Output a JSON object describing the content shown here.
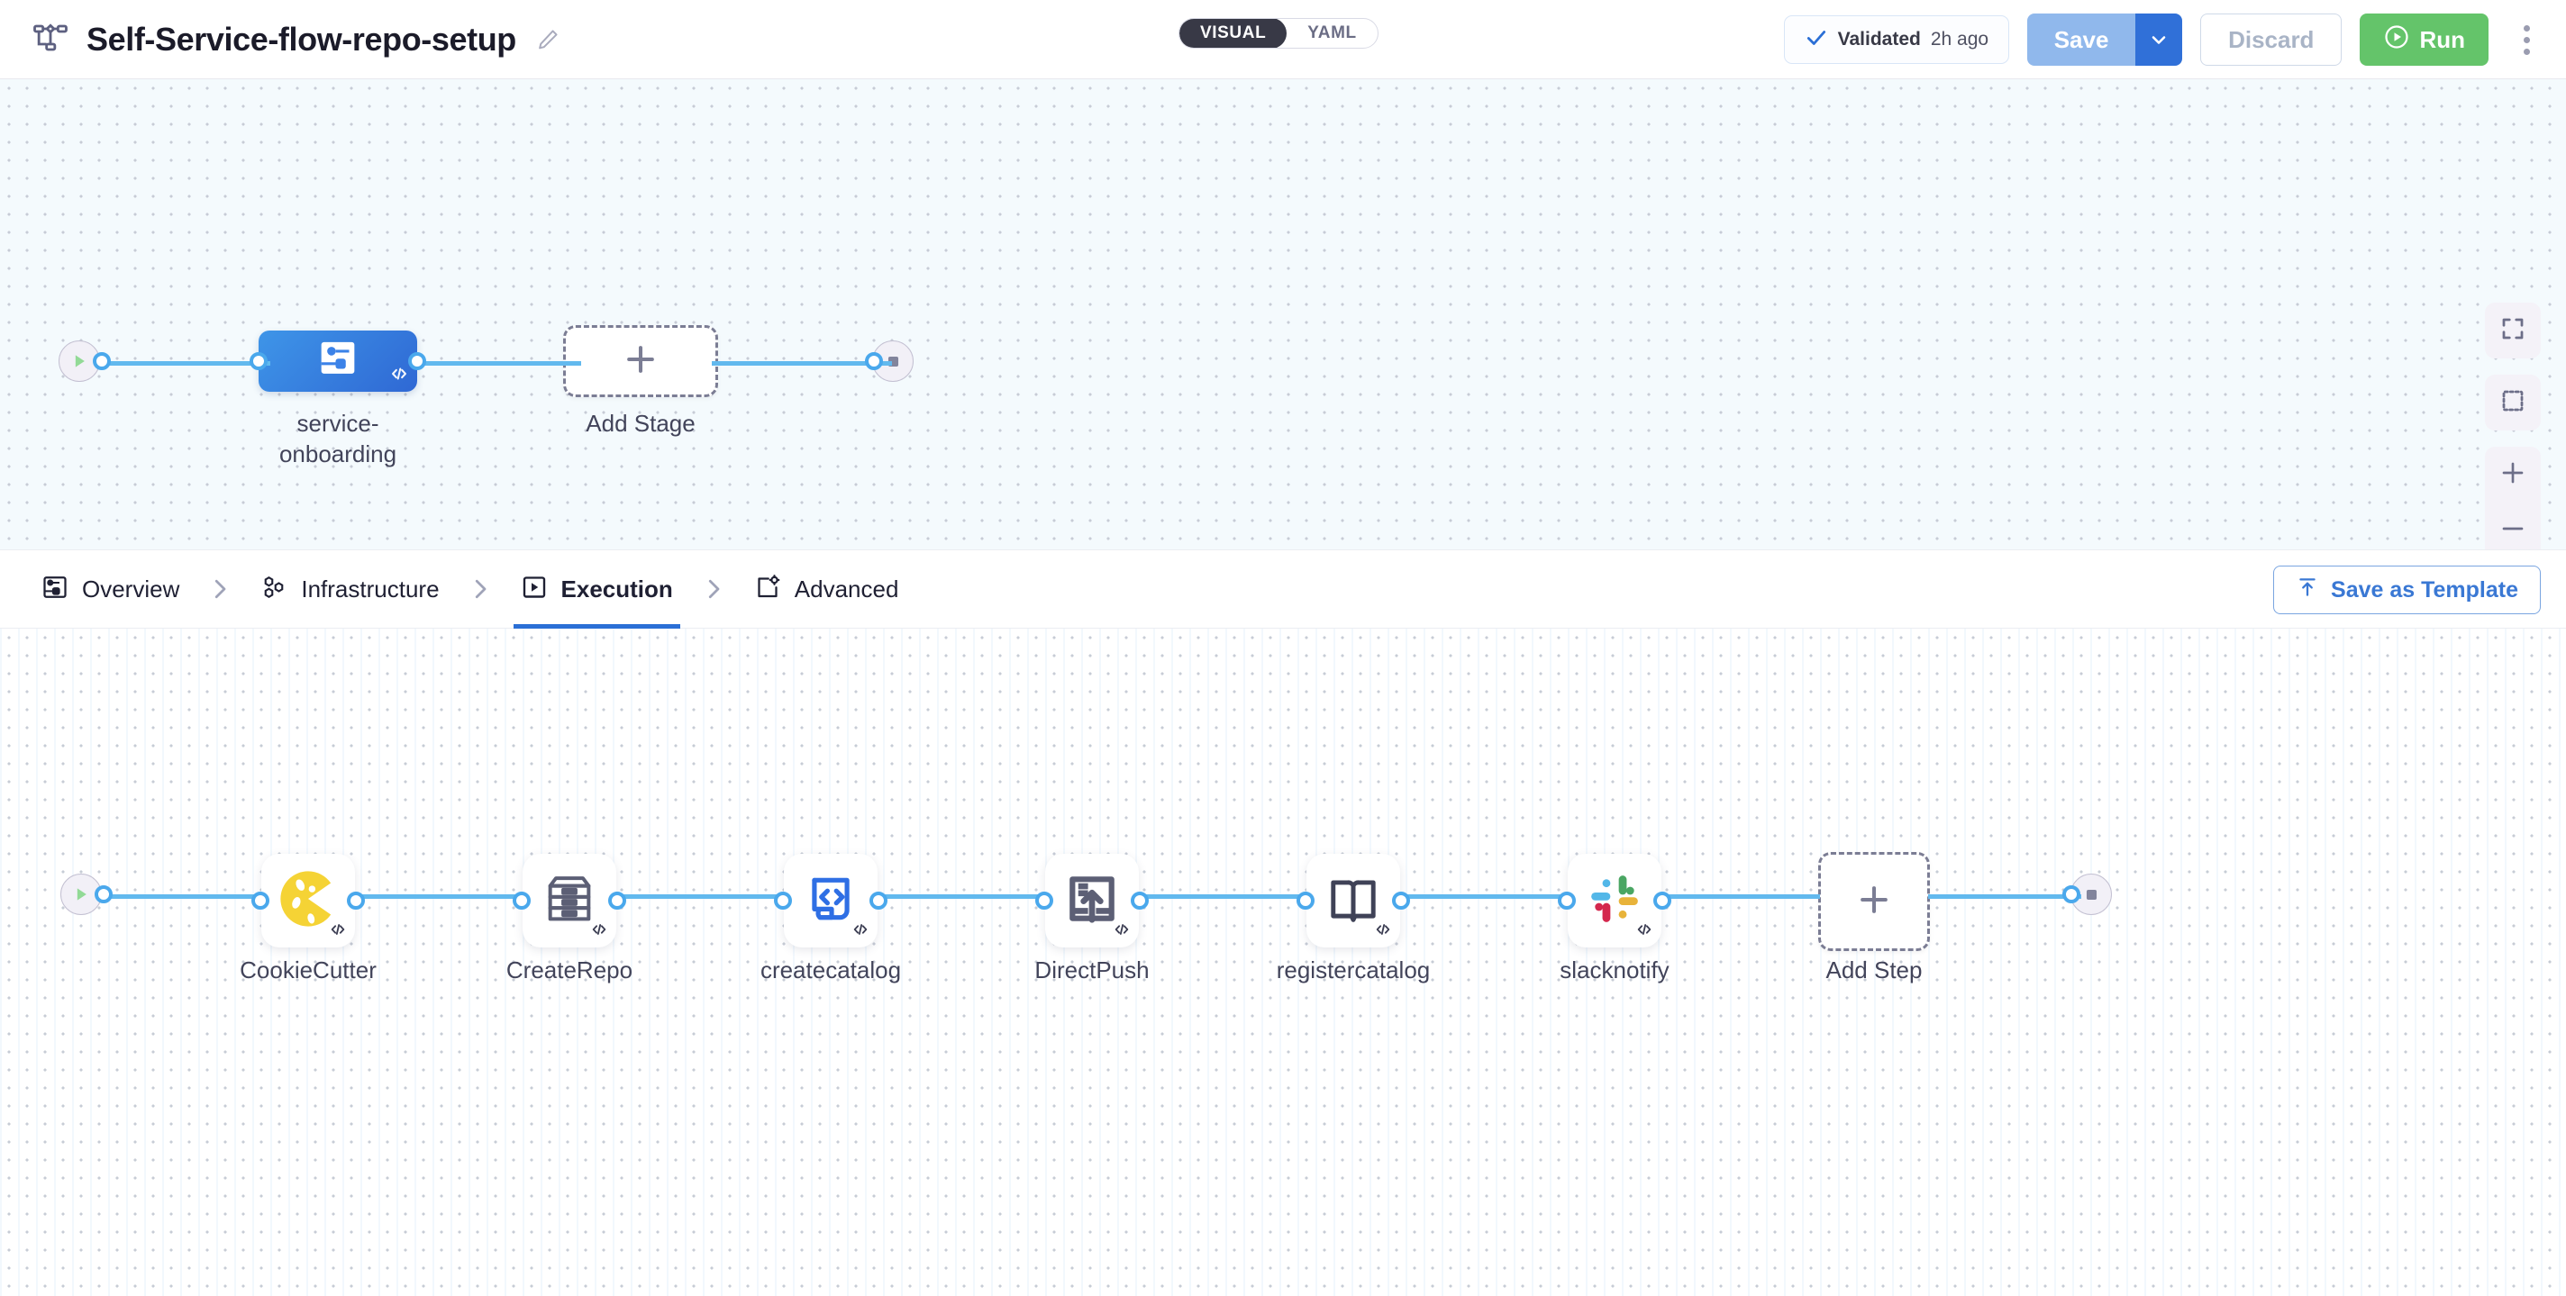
{
  "header": {
    "pipeline_icon": "pipeline-flow-icon",
    "title": "Self-Service-flow-repo-setup",
    "edit_icon": "pencil-icon",
    "view_toggle": {
      "options": [
        "VISUAL",
        "YAML"
      ],
      "selected": "VISUAL"
    },
    "validated": {
      "check_icon": "check-icon",
      "label": "Validated",
      "time": "2h ago"
    },
    "save_label": "Save",
    "save_caret_icon": "chevron-down-icon",
    "discard_label": "Discard",
    "run_label": "Run",
    "run_icon": "play-circle-icon",
    "more_icon": "kebab-menu-icon"
  },
  "stage_canvas": {
    "start_node": {
      "icon": "play-icon",
      "name": "pipeline-start"
    },
    "end_node": {
      "icon": "stop-square-icon",
      "name": "pipeline-end"
    },
    "stages": [
      {
        "label": "service-\nonboarding",
        "icon": "service-stage-icon",
        "code_badge": "</>"
      }
    ],
    "add_stage": {
      "label": "Add Stage",
      "icon": "plus-icon"
    }
  },
  "tabbar": {
    "tabs": [
      {
        "label": "Overview",
        "icon": "overview-icon",
        "active": false
      },
      {
        "label": "Infrastructure",
        "icon": "infrastructure-icon",
        "active": false
      },
      {
        "label": "Execution",
        "icon": "execution-icon",
        "active": true
      },
      {
        "label": "Advanced",
        "icon": "advanced-icon",
        "active": false
      }
    ],
    "separator_icon": "chevron-right-icon",
    "save_as_template": {
      "label": "Save as Template",
      "icon": "upload-icon"
    }
  },
  "step_canvas": {
    "start_node": {
      "icon": "play-icon",
      "name": "execution-start"
    },
    "end_node": {
      "icon": "stop-square-icon",
      "name": "execution-end"
    },
    "steps": [
      {
        "label": "CookieCutter",
        "icon": "cookiecutter-icon",
        "code_badge": "</>"
      },
      {
        "label": "CreateRepo",
        "icon": "repository-icon",
        "code_badge": "</>"
      },
      {
        "label": "createcatalog",
        "icon": "code-document-icon",
        "code_badge": "</>"
      },
      {
        "label": "DirectPush",
        "icon": "push-upload-icon",
        "code_badge": "</>"
      },
      {
        "label": "registercatalog",
        "icon": "open-book-icon",
        "code_badge": "</>"
      },
      {
        "label": "slacknotify",
        "icon": "slack-icon",
        "code_badge": "</>"
      }
    ],
    "add_step": {
      "label": "Add Step",
      "icon": "plus-icon"
    }
  },
  "canvas_controls": [
    {
      "name": "fit-to-screen-button",
      "icon": "fullscreen-icon"
    },
    {
      "name": "selection-marquee-button",
      "icon": "dashed-select-icon"
    },
    {
      "name": "zoom-in-button",
      "icon": "plus-icon"
    },
    {
      "name": "zoom-out-button",
      "icon": "minus-icon"
    }
  ],
  "colors": {
    "accent_blue": "#2b6fd6",
    "edge_blue": "#62b9ee",
    "run_green": "#64c46a",
    "save_blue": "#90b8ec",
    "save_caret_blue": "#3070d8",
    "canvas_top_bg": "#f4fafd",
    "toggle_dark": "#383946"
  }
}
